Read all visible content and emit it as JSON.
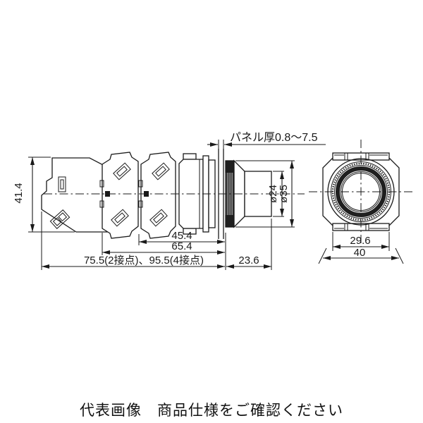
{
  "caption": "代表画像　商品仕様をご確認ください",
  "side_view": {
    "height": "41.4",
    "panel_thickness": "パネル厚0.8〜7.5",
    "len_45": "45.4",
    "len_65": "65.4",
    "len_total": "75.5(2接点)、95.5(4接点)",
    "len_head": "23.6",
    "dia_button": "ø24",
    "dia_bezel": "ø35"
  },
  "front_view": {
    "width_inner": "29.6",
    "width_outer": "40"
  },
  "colors": {
    "line": "#1a1a1a",
    "background": "#ffffff",
    "knurl_dark": "#1f1f1f"
  }
}
